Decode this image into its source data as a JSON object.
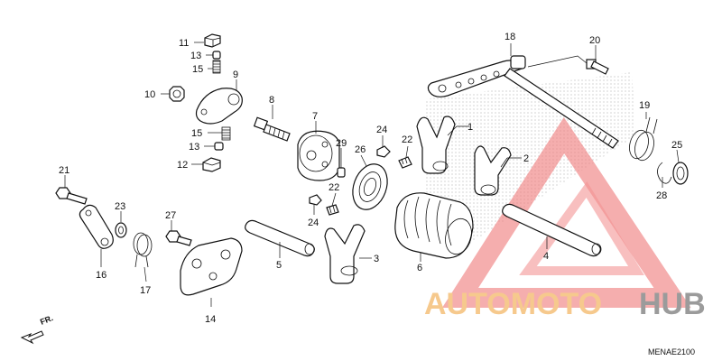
{
  "labels": {
    "p1": "1",
    "p2": "2",
    "p3": "3",
    "p4": "4",
    "p5": "5",
    "p6": "6",
    "p7": "7",
    "p8": "8",
    "p9": "9",
    "p10": "10",
    "p11": "11",
    "p12": "12",
    "p13a": "13",
    "p13b": "13",
    "p14": "14",
    "p15a": "15",
    "p15b": "15",
    "p16": "16",
    "p17": "17",
    "p18": "18",
    "p19": "19",
    "p20": "20",
    "p21": "21",
    "p22a": "22",
    "p22b": "22",
    "p23": "23",
    "p24a": "24",
    "p24b": "24",
    "p25": "25",
    "p26": "26",
    "p27": "27",
    "p28": "28",
    "p29": "29"
  },
  "front_marker": "FR.",
  "diagram_code": "MENAE2100",
  "watermark": {
    "part1": "AUTOMOTO",
    "part2": "HUB",
    "color_primary": "#f08080",
    "color_secondary": "#f5c07a",
    "color_dark": "#8a8a8a"
  }
}
